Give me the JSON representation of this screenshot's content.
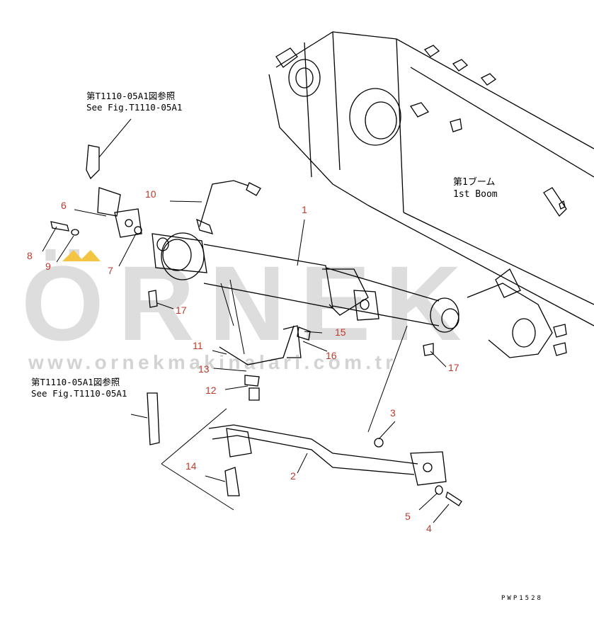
{
  "references": {
    "top_jp": "第T1110-05A1図参照",
    "top_en": "See Fig.T1110-05A1",
    "mid_jp": "第T1110-05A1図参照",
    "mid_en": "See Fig.T1110-05A1"
  },
  "boom_label": {
    "jp": "第1ブーム",
    "en": "1st Boom"
  },
  "part_numbers": [
    "1",
    "2",
    "3",
    "4",
    "5",
    "6",
    "7",
    "8",
    "9",
    "10",
    "11",
    "12",
    "13",
    "14",
    "15",
    "16",
    "17",
    "17"
  ],
  "watermark": {
    "brand": "ÖRNEK",
    "url": "www.ornekmakinalari.com.tr"
  },
  "drawing_code": "PWP1528",
  "colors": {
    "line": "#000000",
    "part_number": "#c0392b",
    "watermark": "#d8d8d8",
    "accent": "#f4c542"
  }
}
